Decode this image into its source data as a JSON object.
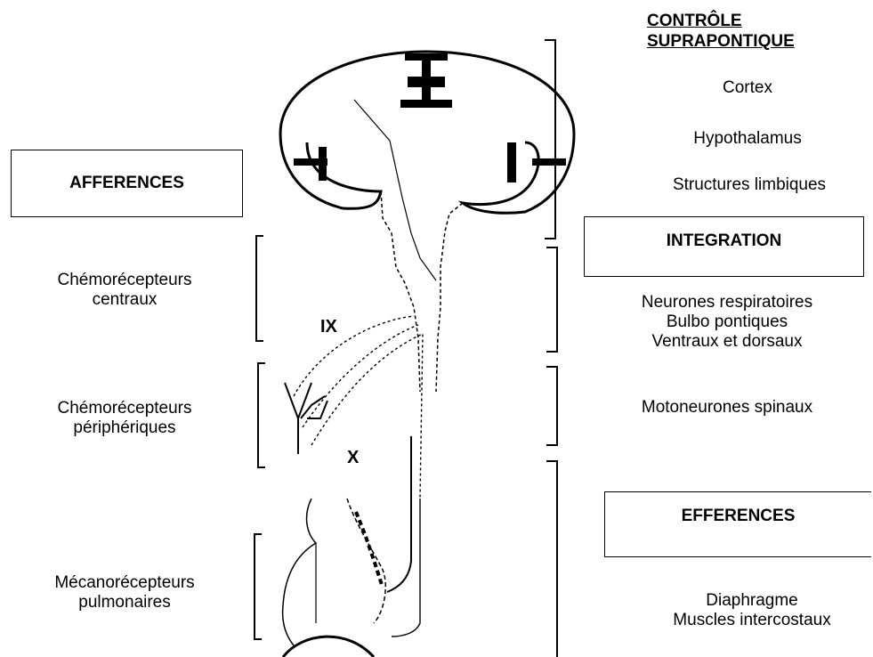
{
  "afferences": {
    "title": "AFFERENCES",
    "chemo_central": [
      "Chémorécepteurs",
      "centraux"
    ],
    "chemo_peripheral": [
      "Chémorécepteurs",
      "périphériques"
    ],
    "mechano": [
      "Mécanorécepteurs",
      "pulmonaires"
    ]
  },
  "supra": {
    "heading": [
      "CONTRÔLE",
      "SUPRAPONTIQUE"
    ],
    "items": [
      "Cortex",
      "Hypothalamus",
      "Structures limbiques"
    ]
  },
  "integration": {
    "title": "INTEGRATION",
    "lines": [
      "Neurones respiratoires",
      "Bulbo pontiques",
      "Ventraux et dorsaux"
    ]
  },
  "motoneurons": "Motoneurones spinaux",
  "efferences": {
    "title": "EFFERENCES",
    "lines": [
      "Diaphragme",
      "Muscles intercostaux"
    ]
  },
  "nerve_labels": {
    "ix": "IX",
    "x": "X"
  }
}
